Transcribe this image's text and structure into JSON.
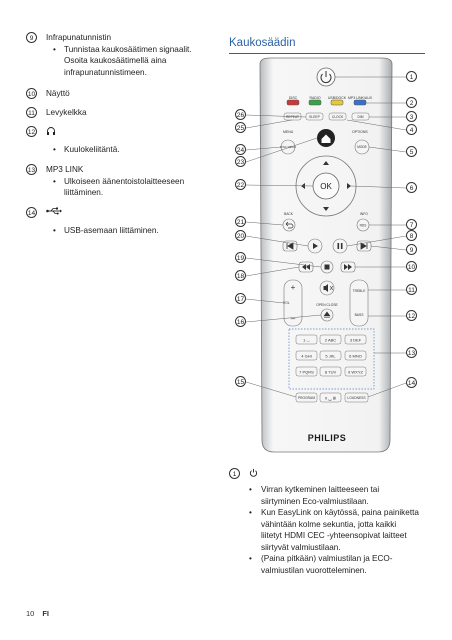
{
  "left": {
    "n9": "9",
    "infrared_title": "Infrapunatunnistin",
    "infrared_bullet": "Tunnistaa kaukosäätimen signaalit. Osoita kaukosäätimellä aina infrapunatunnistimeen.",
    "n10": "10",
    "display_title": "Näyttö",
    "n11": "11",
    "tray_title": "Levykelkka",
    "n12": "12",
    "headphone_icon": "headphone-icon",
    "headphone_bullet": "Kuulokeliitäntä.",
    "n13": "13",
    "mp3_title": "MP3 LINK",
    "mp3_bullet": "Ulkoiseen äänentoistolaitteeseen liittäminen.",
    "n14": "14",
    "usb_icon": "usb-icon",
    "usb_bullet": "USB-asemaan liittäminen."
  },
  "heading": "Kaukosäädin",
  "remote": {
    "top_labels": [
      "DISC",
      "RADIO",
      "USB/DOCK",
      "MP3 LINK/AUX"
    ],
    "button_labels": {
      "repeat": "REPEAT",
      "sleep": "SLEEP",
      "clock": "CLOCK",
      "dim": "DIM",
      "menu": "MENU",
      "options": "OPTIONS",
      "disc_menu": "DISC MENU",
      "mode": "MODE",
      "ok": "OK",
      "back": "BACK",
      "info": "INFO",
      "rds": "RDS",
      "vol": "VOL",
      "open_close": "OPEN CLOSE",
      "treble": "TREBLE",
      "bass": "BASS",
      "program": "PROGRAM",
      "loudness": "LOUDNESS",
      "brand": "PHILIPS"
    },
    "keypad": [
      "1 ◡",
      "2 ABC",
      "3 DEF",
      "4 GHI",
      "5 JKL",
      "6 MNO",
      "7 PQRS",
      "8 TUV",
      "9 WXYZ"
    ],
    "zero": "0 ‿ ⊞"
  },
  "callouts_right": [
    "1",
    "2",
    "3",
    "4",
    "5",
    "6",
    "7",
    "8",
    "9",
    "10",
    "11",
    "12",
    "13",
    "14"
  ],
  "callouts_left": [
    "26",
    "25",
    "24",
    "23",
    "22",
    "21",
    "20",
    "19",
    "18",
    "17",
    "16",
    "15"
  ],
  "desc": {
    "n1": "1",
    "power_icon": "power-icon",
    "bullets": [
      "Virran kytkeminen laitteeseen tai siirtyminen Eco-valmiustilaan.",
      "Kun EasyLink on käytössä, paina painiketta vähintään kolme sekuntia, jotta kaikki liitetyt HDMI CEC -yhteensopivat laitteet siirtyvät valmiustilaan.",
      "(Paina pitkään) valmiustilan ja ECO-valmiustilan vuorotteleminen."
    ]
  },
  "footer": {
    "page": "10",
    "lang": "FI"
  }
}
